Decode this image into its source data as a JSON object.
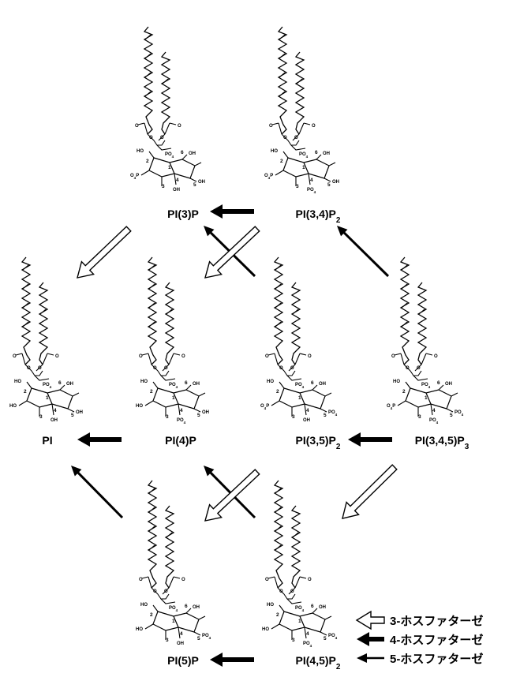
{
  "molecules": [
    {
      "label": "PI(3)P",
      "sub": "",
      "phos": [
        3
      ]
    },
    {
      "label": "PI(3,4)P",
      "sub": "2",
      "phos": [
        3,
        4
      ]
    },
    {
      "label": "PI",
      "sub": "",
      "phos": []
    },
    {
      "label": "PI(4)P",
      "sub": "",
      "phos": [
        4
      ]
    },
    {
      "label": "PI(3,5)P",
      "sub": "2",
      "phos": [
        3,
        5
      ]
    },
    {
      "label": "PI(3,4,5)P",
      "sub": "3",
      "phos": [
        3,
        4,
        5
      ]
    },
    {
      "label": "PI(5)P",
      "sub": "",
      "phos": [
        5
      ]
    },
    {
      "label": "PI(4,5)P",
      "sub": "2",
      "phos": [
        4,
        5
      ]
    }
  ],
  "atoms": {
    "hydroxyl": "OH",
    "hydroxyl_left": "HO",
    "phosphate": "PO",
    "phosphate_left": "O",
    "phosphate_sub": "4",
    "oxygen": "O",
    "ring_numbers": [
      "1",
      "2",
      "3",
      "4",
      "5",
      "6"
    ]
  },
  "legend": [
    {
      "type": "open-arrow",
      "label": "3-ホスファターゼ"
    },
    {
      "type": "solid-arrow",
      "label": "4-ホスファターゼ"
    },
    {
      "type": "thin-arrow",
      "label": "5-ホスファターゼ"
    }
  ],
  "colors": {
    "ink": "#000000",
    "background": "#ffffff"
  }
}
